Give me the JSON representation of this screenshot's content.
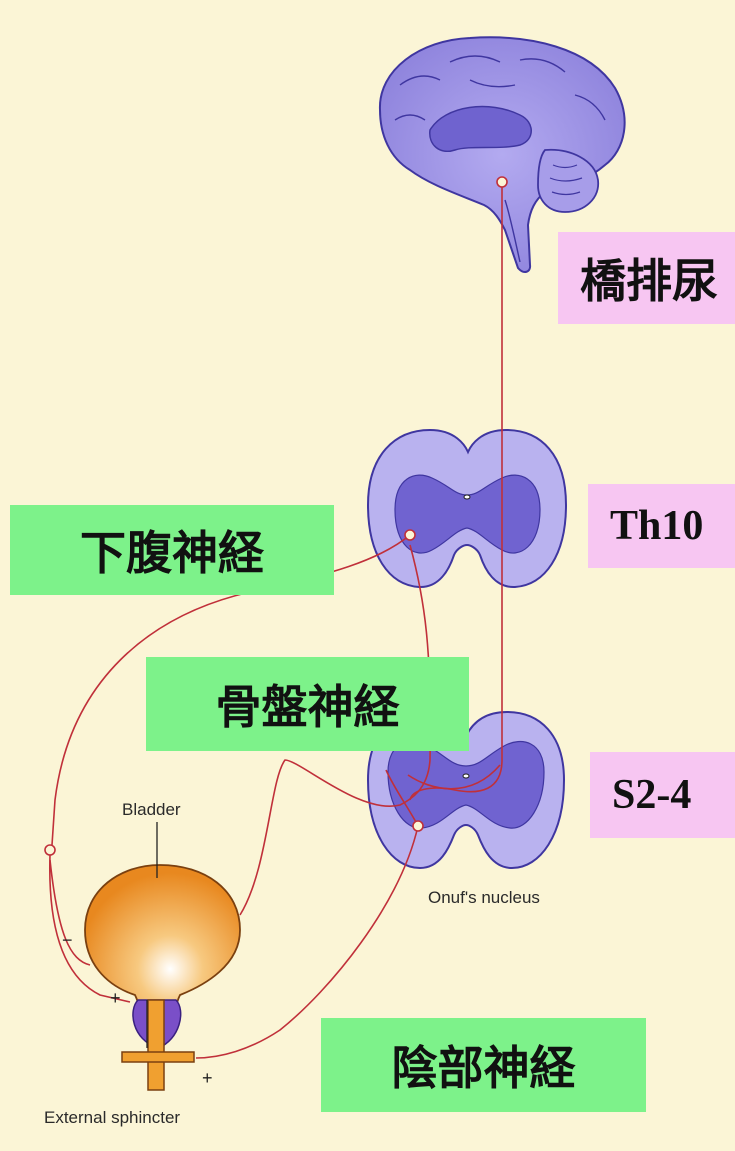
{
  "labels": {
    "pontine_center": "橋排尿",
    "th_segment": "Th10",
    "sacral_segment": "S2-4",
    "hypogastric_nerve": "下腹神経",
    "pelvic_nerve": "骨盤神経",
    "pudendal_nerve": "陰部神経"
  },
  "annotations": {
    "bladder": "Bladder",
    "onufs_nucleus": "Onuf's nucleus",
    "external_sphincter": "External sphincter"
  },
  "signs": {
    "minus": "−",
    "plus_bladder_neck": "+",
    "plus_sphincter": "+"
  },
  "colors": {
    "background": "#fbf5d6",
    "label_green": "#7df28a",
    "label_pink": "#f7c6f2",
    "nerve_red": "#c0303a",
    "neural_tissue": "#9a8fe0",
    "grey_matter": "#6b5fce",
    "bladder_orange": "#f0a030",
    "sphincter_purple": "#7a4fc8"
  }
}
